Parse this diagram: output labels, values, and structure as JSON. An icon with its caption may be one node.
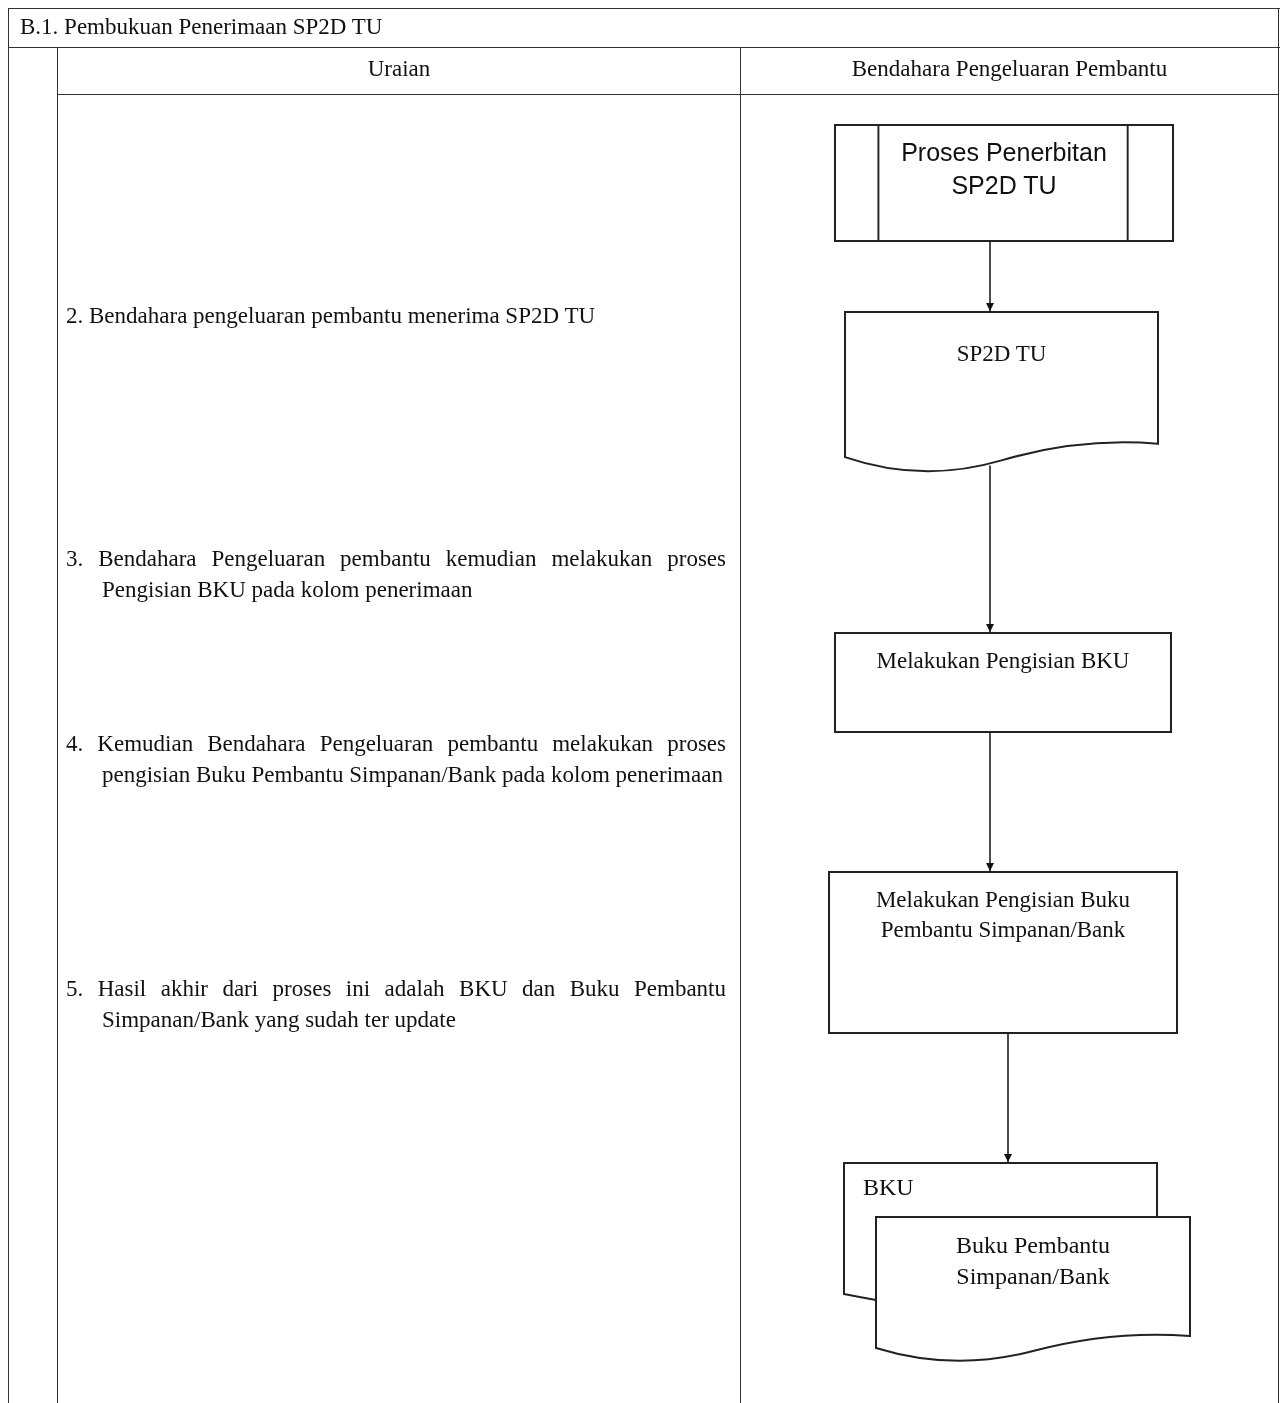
{
  "diagram": {
    "title": "B.1. Pembukuan Penerimaan SP2D TU",
    "nodes": [
      {
        "text": [
          "Proses Penerbitan SP2D TU"
        ]
      },
      {
        "text": [
          "SP2D TU"
        ]
      },
      {
        "text": [
          "Melakukan Pengisian BKU"
        ]
      },
      {
        "text": [
          "Melakukan Pengisian Buku Pembantu Simpanan/Bank"
        ]
      },
      {
        "text": [
          "BKU"
        ]
      },
      {
        "text": [
          "Buku Pembantu Simpanan/Bank"
        ]
      }
    ],
    "edges": [
      {
        "from": 0,
        "to": 1,
        "arrow": "to"
      },
      {
        "from": 1,
        "to": 2,
        "arrow": "to"
      },
      {
        "from": 2,
        "to": 3,
        "arrow": "to"
      },
      {
        "from": 3,
        "to": 4,
        "arrow": "to"
      }
    ],
    "labels": [
      "Uraian",
      "Bendahara Pengeluaran Pembantu",
      "2. Bendahara pengeluaran pembantu menerima SP2D TU",
      "3. Bendahara Pengeluaran pembantu kemudian melakukan proses Pengisian BKU pada kolom penerimaan",
      "4. Kemudian Bendahara Pengeluaran pembantu melakukan proses pengisian Buku Pembantu Simpanan/Bank pada kolom penerimaan",
      "5. Hasil akhir dari proses ini adalah BKU dan Buku Pembantu Simpanan/Bank yang sudah ter update"
    ]
  }
}
